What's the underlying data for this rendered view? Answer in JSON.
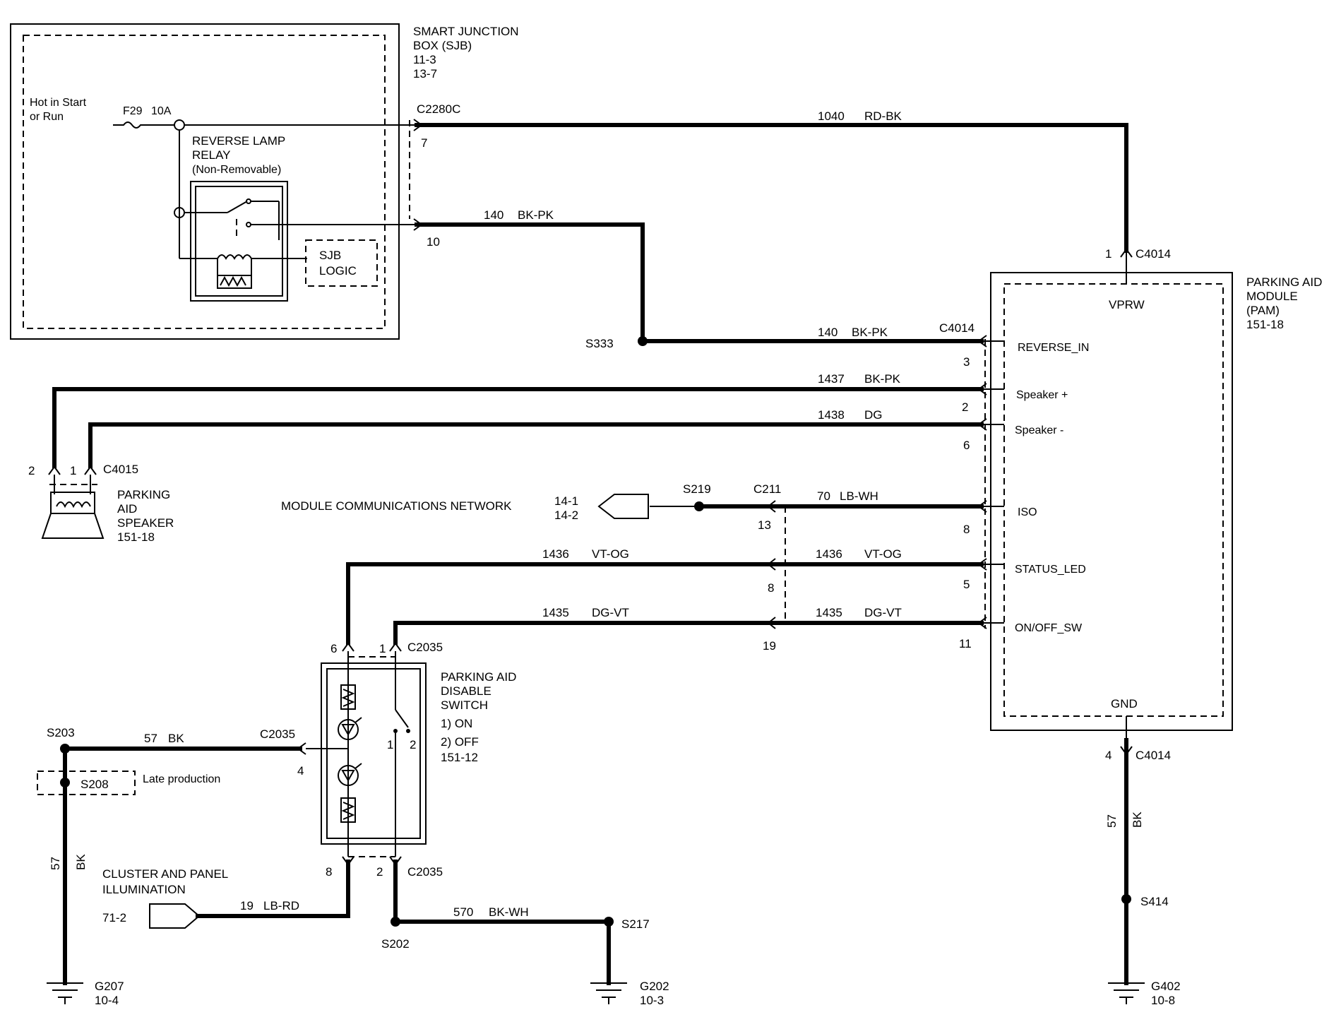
{
  "sjb": {
    "title1": "SMART  JUNCTION",
    "title2": "BOX (SJB)",
    "ref1": "11-3",
    "ref2": "13-7"
  },
  "sjb_internal": {
    "hot1": "Hot in Start",
    "hot2": "or Run",
    "fuse": "F29",
    "fuse_rating": "10A",
    "relay1": "REVERSE  LAMP",
    "relay2": "RELAY",
    "relay3": "(Non-Removable)",
    "logic1": "SJB",
    "logic2": "LOGIC"
  },
  "wires": {
    "w1040_num": "1040",
    "w1040_color": "RD-BK",
    "w140a_num": "140",
    "w140a_color": "BK-PK",
    "w140b_num": "140",
    "w140b_color": "BK-PK",
    "w1437_num": "1437",
    "w1437_color": "BK-PK",
    "w1438_num": "1438",
    "w1438_color": "DG",
    "w70_num": "70",
    "w70_color": "LB-WH",
    "w1436a_num": "1436",
    "w1436a_color": "VT-OG",
    "w1436b_num": "1436",
    "w1436b_color": "VT-OG",
    "w1435a_num": "1435",
    "w1435a_color": "DG-VT",
    "w1435b_num": "1435",
    "w1435b_color": "DG-VT",
    "w57a_num": "57",
    "w57a_color": "BK",
    "w57b_num": "57",
    "w57b_color": "BK",
    "w57c_num": "57",
    "w57c_color": "BK",
    "w19_num": "19",
    "w19_color": "LB-RD",
    "w570_num": "570",
    "w570_color": "BK-WH"
  },
  "connectors": {
    "c2280c": "C2280C",
    "c2280c_pin7": "7",
    "c2280c_pin10": "10",
    "c4014": "C4014",
    "c4014_pin1": "1",
    "c4014_pin3": "3",
    "c4014_pin2": "2",
    "c4014_pin6": "6",
    "c4014_pin8": "8",
    "c4014_pin5": "5",
    "c4014_pin11": "11",
    "c4014_pin4": "4",
    "c4015": "C4015",
    "c4015_pin2": "2",
    "c4015_pin1": "1",
    "c211": "C211",
    "c211_pin13": "13",
    "c211_pin8": "8",
    "c211_pin19": "19",
    "c2035": "C2035",
    "c2035_pin6": "6",
    "c2035_pin1": "1",
    "c2035_pin4": "4",
    "c2035_pin8": "8",
    "c2035_pin2": "2"
  },
  "splices": {
    "s333": "S333",
    "s219": "S219",
    "s203": "S203",
    "s208": "S208",
    "s202": "S202",
    "s217": "S217",
    "s414": "S414"
  },
  "grounds": {
    "g207": "G207",
    "g207_ref": "10-4",
    "g202": "G202",
    "g202_ref": "10-3",
    "g402": "G402",
    "g402_ref": "10-8"
  },
  "pam": {
    "title1": "PARKING AID",
    "title2": "MODULE",
    "title3": "(PAM)",
    "ref": "151-18",
    "vprw": "VPRW",
    "reverse_in": "REVERSE_IN",
    "speaker_pos": "Speaker +",
    "speaker_neg": "Speaker -",
    "iso": "ISO",
    "status_led": "STATUS_LED",
    "on_off_sw": "ON/OFF_SW",
    "gnd": "GND"
  },
  "speaker": {
    "title1": "PARKING",
    "title2": "AID",
    "title3": "SPEAKER",
    "ref": "151-18"
  },
  "network": {
    "label": "MODULE COMMUNICATIONS NETWORK",
    "ref1": "14-1",
    "ref2": "14-2"
  },
  "switch": {
    "title1": "PARKING AID",
    "title2": "DISABLE",
    "title3": "SWITCH",
    "opt1": "1) ON",
    "opt2": "2) OFF",
    "ref": "151-12",
    "pos1": "1",
    "pos2": "2"
  },
  "late_production": "Late production",
  "cluster": {
    "label1": "CLUSTER AND PANEL",
    "label2": "ILLUMINATION",
    "ref": "71-2"
  }
}
